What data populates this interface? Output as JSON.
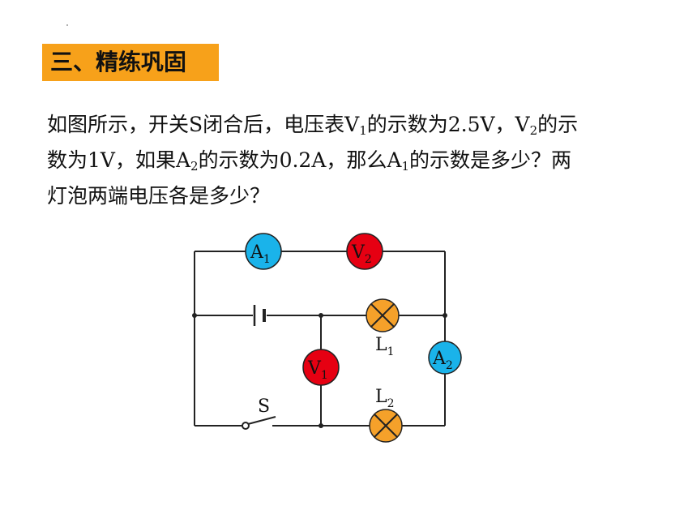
{
  "header": {
    "title": "三、精练巩固",
    "accent": "#f7a11a"
  },
  "question": {
    "line1": {
      "t1": "如图所示，开关S闭合后，电压表V",
      "s1": "1",
      "t2": "的示数为2.5V，V",
      "s2": "2",
      "t3": "的示"
    },
    "line2": {
      "t1": "数为1V，如果A",
      "s1": "2",
      "t2": "的示数为0.2A，那么A",
      "s2": "1",
      "t3": "的示数是多少？两"
    },
    "line3": {
      "t1": "灯泡两端电压各是多少？"
    }
  },
  "circuit": {
    "colors": {
      "ammeter": "#1ab3ea",
      "voltmeter": "#e60012",
      "lamp": "#f5a12a"
    },
    "ammeter_a1": {
      "letter": "A",
      "sub": "1"
    },
    "voltmeter_v2": {
      "letter": "V",
      "sub": "2"
    },
    "voltmeter_v1": {
      "letter": "V",
      "sub": "1"
    },
    "ammeter_a2": {
      "letter": "A",
      "sub": "2"
    },
    "lamp_l1": {
      "letter": "L",
      "sub": "1"
    },
    "lamp_l2": {
      "letter": "L",
      "sub": "2"
    },
    "switch_s": {
      "letter": "S"
    }
  }
}
